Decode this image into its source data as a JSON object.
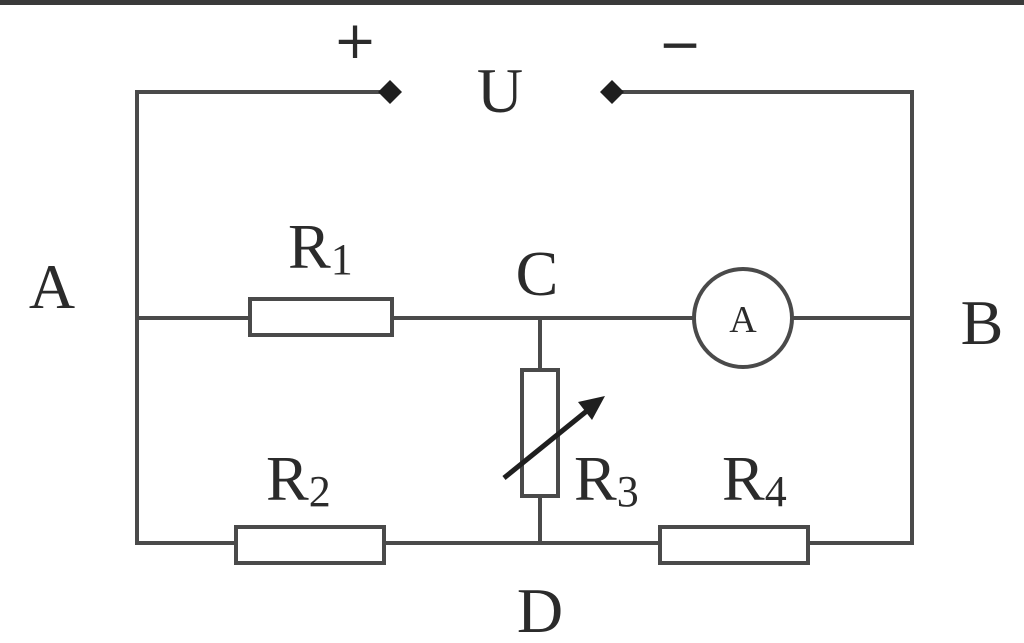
{
  "labels": {
    "terminal_plus": "+",
    "terminal_minus": "−",
    "voltage": "U",
    "node_a": "A",
    "node_b": "B",
    "node_c": "C",
    "node_d": "D",
    "r1_main": "R",
    "r1_sub": "1",
    "r2_main": "R",
    "r2_sub": "2",
    "r3_main": "R",
    "r3_sub": "3",
    "r4_main": "R",
    "r4_sub": "4",
    "ammeter": "A"
  }
}
